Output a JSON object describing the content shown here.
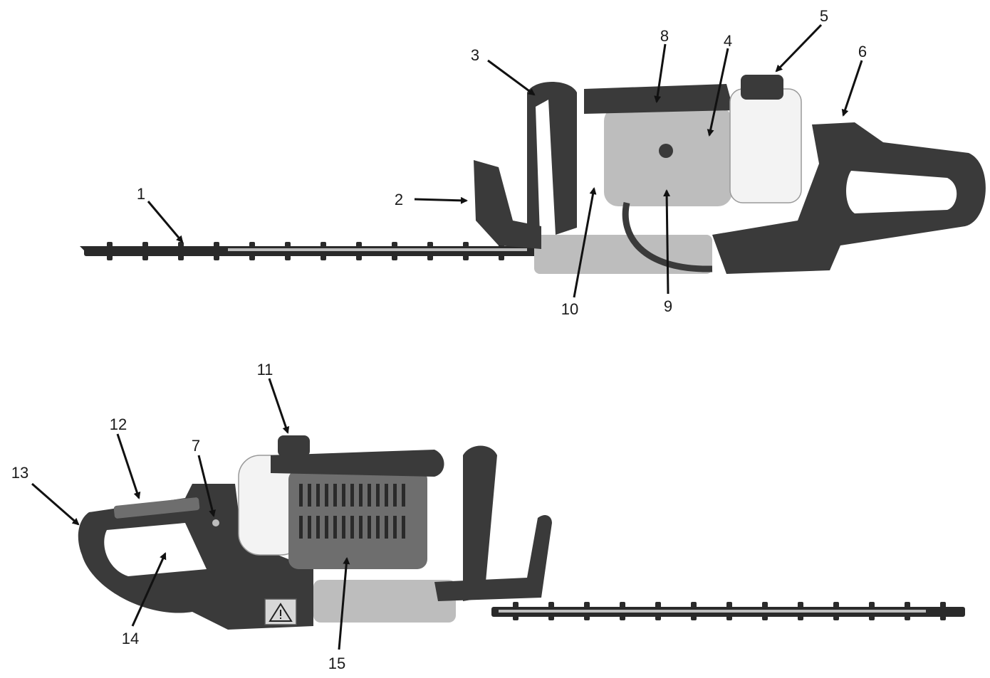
{
  "callouts": {
    "n1": "1",
    "n2": "2",
    "n3": "3",
    "n4": "4",
    "n5": "5",
    "n6": "6",
    "n7": "7",
    "n8": "8",
    "n9": "9",
    "n10": "10",
    "n11": "11",
    "n12": "12",
    "n13": "13",
    "n14": "14",
    "n15": "15"
  },
  "colors": {
    "background": "#ffffff",
    "tool_dark": "#3a3a3a",
    "tool_mid": "#6e6e6e",
    "tank": "#f3f3f3"
  },
  "icons": [
    "warning-triangle-icon"
  ]
}
